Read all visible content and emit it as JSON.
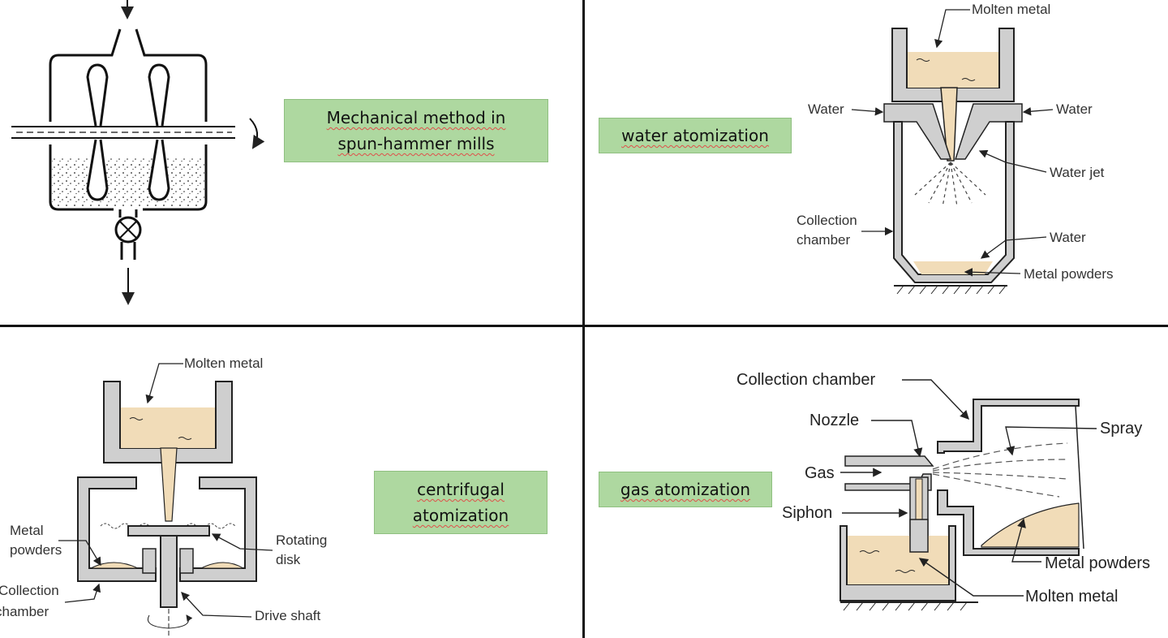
{
  "panels": {
    "mechanical": {
      "caption_line1": "Mechanical method in",
      "caption_line2": "spun-hammer mills"
    },
    "water": {
      "caption": "water atomization",
      "labels": {
        "molten_metal": "Molten metal",
        "water_left": "Water",
        "water_right": "Water",
        "water_jet": "Water jet",
        "collection_line1": "Collection",
        "collection_line2": "chamber",
        "water_bottom": "Water",
        "metal_powders": "Metal powders"
      }
    },
    "centrifugal": {
      "caption_line1": "centrifugal",
      "caption_line2": "atomization",
      "labels": {
        "molten_metal": "Molten metal",
        "metal_line1": "Metal",
        "metal_line2": "powders",
        "rotating_line1": "Rotating",
        "rotating_line2": "disk",
        "collection_line1": "Collection",
        "collection_line2": "chamber",
        "drive_shaft": "Drive shaft"
      }
    },
    "gas": {
      "caption": "gas atomization",
      "labels": {
        "collection_chamber": "Collection chamber",
        "nozzle": "Nozzle",
        "spray": "Spray",
        "gas": "Gas",
        "siphon": "Siphon",
        "metal_powders": "Metal powders",
        "molten_metal": "Molten metal"
      }
    }
  },
  "colors": {
    "caption_fill": "#aed8a0",
    "molten": "#f1dcb8",
    "wall": "#cfcfcf",
    "line": "#222222"
  }
}
